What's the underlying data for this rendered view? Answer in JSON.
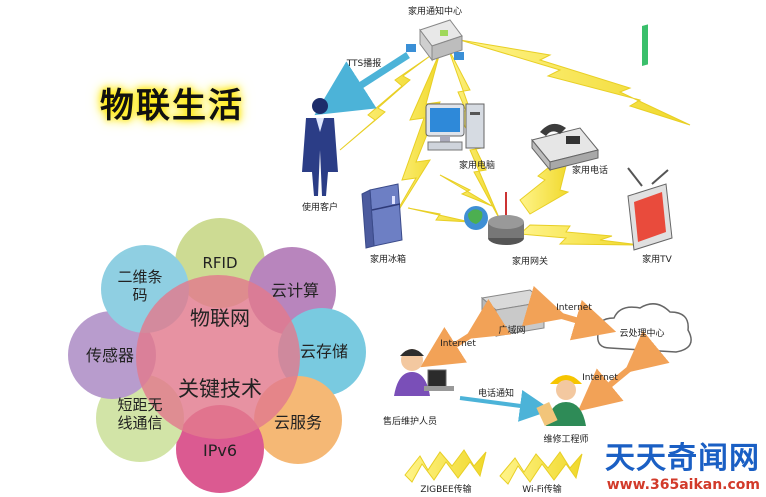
{
  "title": "物联生活",
  "petals": [
    {
      "label": "RFID"
    },
    {
      "label": "云计算"
    },
    {
      "label": "云存储"
    },
    {
      "label": "云服务"
    },
    {
      "label": "IPv6"
    },
    {
      "label": "短距无\n线通信"
    },
    {
      "label": "传感器"
    },
    {
      "label": "二维条\n码"
    }
  ],
  "center_top": "物联网",
  "center_bottom": "关键技术",
  "network": {
    "notify_center": "家用通知中心",
    "tts": "TTS播报",
    "customer": "使用客户",
    "pc": "家用电脑",
    "phone": "家用电话",
    "fridge": "家用冰箱",
    "gateway": "家用网关",
    "tv": "家用TV",
    "wan": "广域网",
    "internet1": "Internet",
    "internet2": "Internet",
    "internet3": "Internet",
    "cloud": "云处理中心",
    "call_notify": "电话通知",
    "support": "售后维护人员",
    "engineer": "维修工程师",
    "zigbee": "ZIGBEE传输",
    "wifi": "Wi-Fi传输"
  },
  "watermark": {
    "name": "天天奇闻网",
    "url": "www.365aikan.com"
  },
  "colors": {
    "petal_rfid": "#c9d98a",
    "petal_cloudcalc": "#b27bb8",
    "petal_cloudstore": "#6ec6de",
    "petal_cloudservice": "#f5b26a",
    "petal_ipv6": "#d94d88",
    "petal_short": "#cfe2a0",
    "petal_sensor": "#b294c9",
    "petal_qr": "#86cce0",
    "center": "#e27a8e",
    "lightning": "#f2e34b",
    "arrow_blue": "#4cb3d8",
    "arrow_orange": "#f2a257"
  }
}
